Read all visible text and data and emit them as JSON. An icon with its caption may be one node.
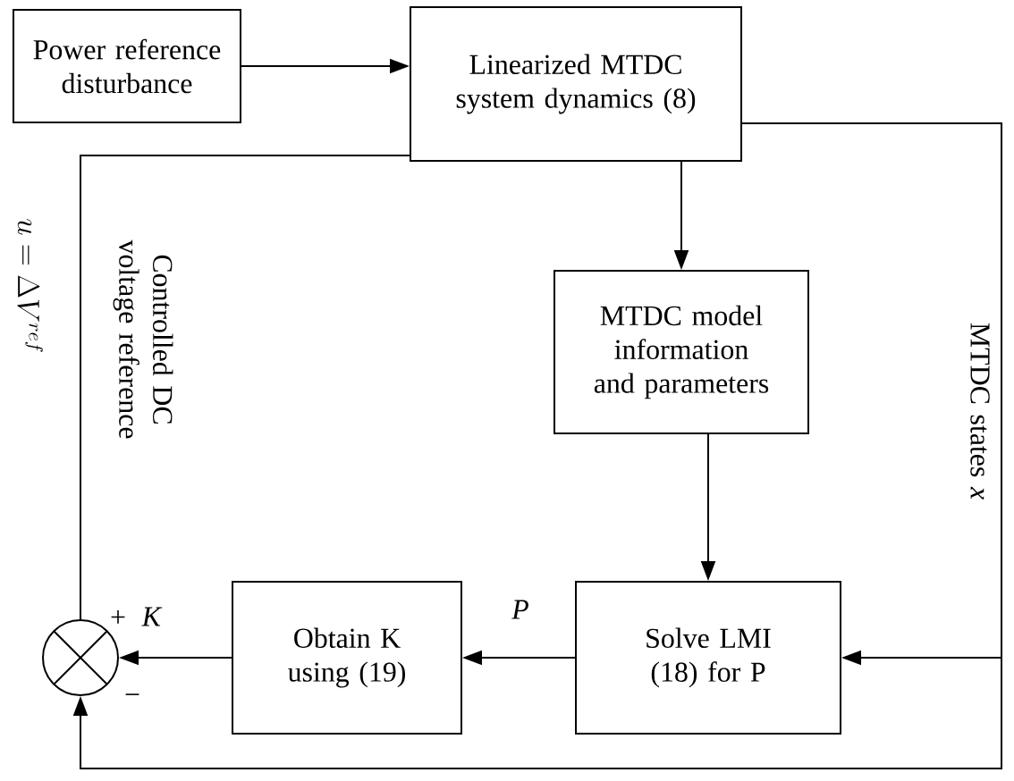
{
  "diagram": {
    "nodes": [
      {
        "text": [
          "Power reference disturbance"
        ]
      },
      {
        "text": [
          "Linearized MTDC system dynamics (8)"
        ]
      },
      {
        "text": [
          "MTDC model information and parameters"
        ]
      },
      {
        "text": [
          "Solve LMI (18) for P"
        ]
      },
      {
        "text": [
          "Obtain K using (19)"
        ]
      },
      {
        "text": [],
        "shape": "circle",
        "beside": [
          "+",
          "−"
        ]
      }
    ],
    "edges": [
      {
        "from": 0,
        "to": 1,
        "arrow": "to"
      },
      {
        "from": 1,
        "to": 2,
        "arrow": "to"
      },
      {
        "from": 2,
        "to": 3,
        "arrow": "to"
      },
      {
        "from": 1,
        "to": 3,
        "arrow": "to",
        "label": "MTDC states *x*"
      },
      {
        "from": 3,
        "to": 4,
        "arrow": "to",
        "label": "*P*"
      },
      {
        "from": 4,
        "to": 5,
        "arrow": "to",
        "label": "*K*"
      },
      {
        "from": 1,
        "to": 5,
        "arrow": "to"
      },
      {
        "from": 5,
        "to": 1,
        "arrow": "none",
        "label": "Controlled DC voltage reference"
      }
    ],
    "labels": [
      "u = \\Delta V^{ref}"
    ]
  }
}
